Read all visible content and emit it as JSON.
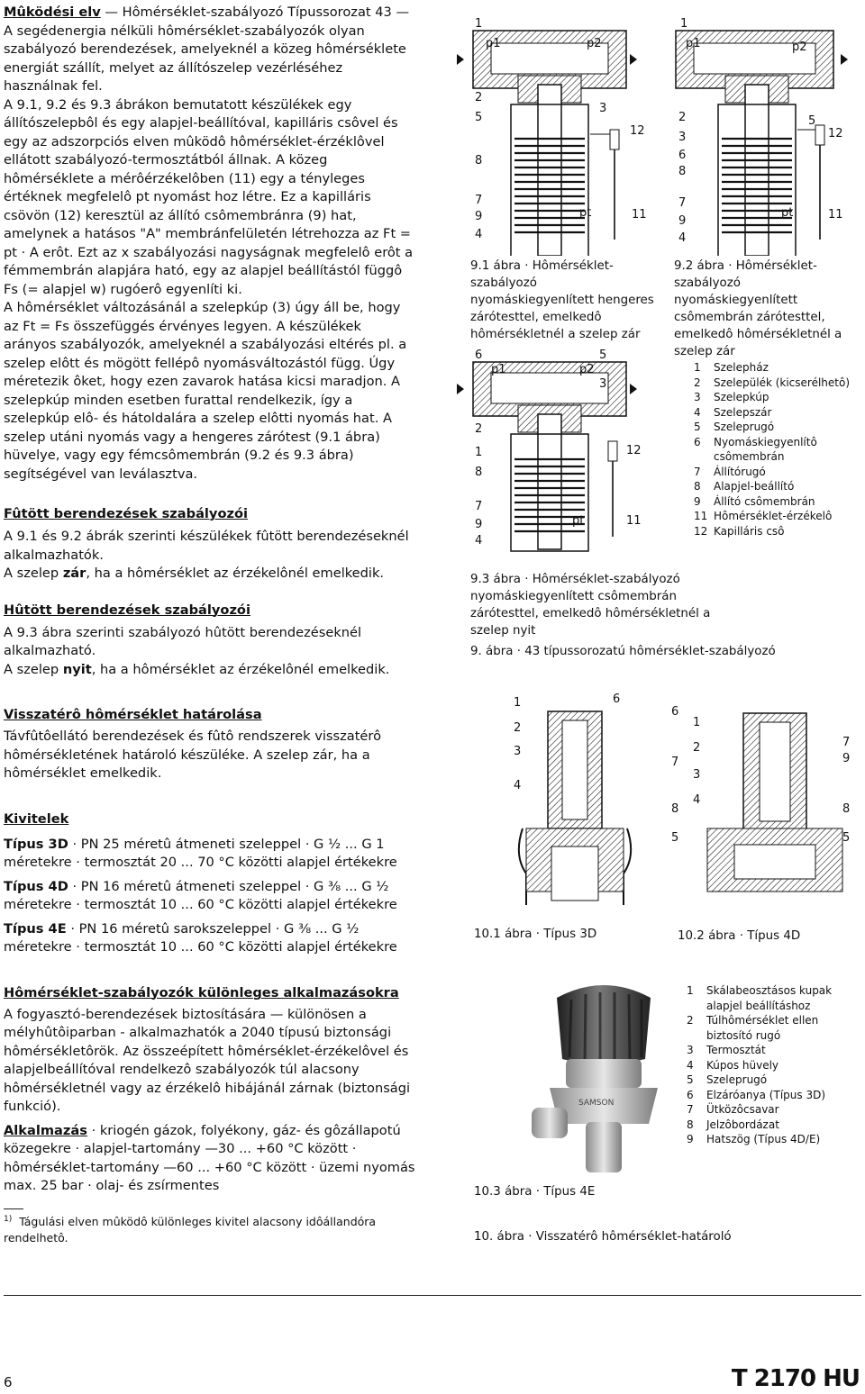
{
  "left": {
    "intro": {
      "title": "Mûködési elv",
      "title_rest": "— Hômérséklet-szabályozó Típussorozat 43 —",
      "p1": "A segédenergia nélküli hômérséklet-szabályozók olyan szabályozó berendezések, amelyeknél a közeg hômérséklete energiát szállít, melyet az állítószelep vezérléséhez használnak fel.",
      "p2": "A 9.1, 9.2 és 9.3 ábrákon bemutatott készülékek egy állítószelepbôl és egy alapjel-beállítóval, kapilláris csôvel és egy az adszorpciós elven mûködô hômérséklet-érzéklôvel ellátott szabályozó-termosztátból állnak. A közeg hômérséklete a mérôérzékelôben (11) egy a tényleges értéknek megfelelô pt nyomást hoz létre. Ez a kapilláris csövön (12) keresztül az állító csômembránra (9) hat, amelynek a hatásos \"A\" membránfelületén létrehozza az Ft = pt · A erôt. Ezt az x szabályozási nagyságnak megfelelô erôt a fémmembrán alapjára ható, egy az alapjel beállítástól függô Fs (= alapjel w) rugóerô egyenlíti ki.",
      "p3": "A hômérséklet változásánál a szelepkúp (3) úgy áll be, hogy az Ft = Fs összefüggés érvényes legyen. A készülékek arányos szabályozók, amelyeknél a szabályozási eltérés pl. a szelep elôtt és mögött fellépô nyomásváltozástól függ. Úgy méretezik ôket, hogy ezen zavarok hatása kicsi maradjon. A szelepkúp minden esetben furattal rendelkezik, így a szelepkúp elô- és hátoldalára a szelep elôtti nyomás hat. A szelep utáni nyomás vagy a hengeres zárótest (9.1 ábra) hüvelye, vagy egy fémcsômembrán (9.2 és 9.3 ábra) segítségével van leválasztva."
    },
    "heated": {
      "title": "Fûtött berendezések szabályozói",
      "p1": "A 9.1 és 9.2 ábrák szerinti készülékek fûtött berendezéseknél alkalmazhatók.",
      "p2a": "A szelep ",
      "p2b": "zár",
      "p2c": ", ha a hômérséklet az érzékelônél emelkedik."
    },
    "cooled": {
      "title": "Hûtött berendezések szabályozói",
      "p1": "A 9.3 ábra szerinti szabályozó hûtött berendezéseknél alkalmazható.",
      "p2a": "A szelep ",
      "p2b": "nyit",
      "p2c": ", ha a hômérséklet az érzékelônél emelkedik."
    },
    "return": {
      "title": "Visszatérô hômérséklet határolása",
      "p1": "Távfûtôellátó berendezések és fûtô rendszerek visszatérô hômérsékletének határoló készüléke. A szelep zár, ha a hômérséklet emelkedik."
    },
    "versions": {
      "title": "Kivitelek",
      "items": [
        {
          "type": "Típus 3D",
          "l1": "· PN 25 méretû átmeneti szeleppel · G ½ ... G 1",
          "l2": "méretekre · termosztát 20 ... 70 °C közötti alapjel értékekre"
        },
        {
          "type": "Típus 4D",
          "l1": "· PN 16 méretû átmeneti szeleppel · G ⅜ ... G ½",
          "l2": "méretekre · termosztát 10 ... 60 °C közötti alapjel értékekre"
        },
        {
          "type": "Típus 4E",
          "l1": "· PN 16 méretû sarokszeleppel · G ⅜ ... G ½",
          "l2": "méretekre · termosztát 10 ... 60 °C közötti alapjel értékekre"
        }
      ]
    },
    "special": {
      "title": "Hômérséklet-szabályozók különleges alkalmazásokra",
      "p1": "A fogyasztó-berendezések biztosítására — különösen a mélyhûtôiparban - alkalmazhatók a 2040 típusú biztonsági hômérsékletôrök. Az összeépített hômérséklet-érzékelôvel és alapjelbeállítóval rendelkezô szabályozók túl alacsony hômérsékletnél vagy az érzékelô hibájánál zárnak (biztonsági funkció).",
      "app_label": "Alkalmazás",
      "app_text": " · kriogén gázok, folyékony, gáz- és gôzállapotú közegekre · alapjel-tartomány —30 ... +60 °C között · hômérséklet-tartomány —60 ... +60 °C között · üzemi nyomás max. 25 bar · olaj- és zsírmentes"
    },
    "footnote": {
      "mark": "1)",
      "text": "Tágulási elven mûködô különleges kivitel alacsony idôállandóra rendelhetô."
    }
  },
  "figs": {
    "labels": {
      "p1": "p1",
      "p2": "p2",
      "pt": "pt"
    },
    "cap91": "9.1 ábra · Hômérséklet-szabályozó nyomáskiegyenlített hengeres zárótesttel, emelkedô hômérsékletnél a szelep zár",
    "cap92": "9.2 ábra · Hômérséklet-szabályozó nyomáskiegyenlített csômembrán zárótesttel, emelkedô hômérsékletnél a szelep zár",
    "cap93": "9.3 ábra · Hômérséklet-szabályozó nyomáskiegyenlített csômembrán zárótesttel, emelkedô hômérsékletnél a szelep nyit",
    "cap9": "9. ábra · 43 típussorozatú hômérséklet-szabályozó",
    "legend9": [
      {
        "n": "1",
        "t": "Szelepház"
      },
      {
        "n": "2",
        "t": "Szelepülék (kicserélhetô)"
      },
      {
        "n": "3",
        "t": "Szelepkúp"
      },
      {
        "n": "4",
        "t": "Szelepszár"
      },
      {
        "n": "5",
        "t": "Szeleprugó"
      },
      {
        "n": "6",
        "t": "Nyomáskiegyenlítô csômembrán"
      },
      {
        "n": "7",
        "t": "Állítórugó"
      },
      {
        "n": "8",
        "t": "Alapjel-beállító"
      },
      {
        "n": "9",
        "t": "Állító csômembrán"
      },
      {
        "n": "11",
        "t": "Hômérséklet-érzékelô"
      },
      {
        "n": "12",
        "t": "Kapilláris csô"
      }
    ],
    "cap101": "10.1 ábra · Típus 3D",
    "cap102": "10.2 ábra · Típus 4D",
    "cap103": "10.3 ábra · Típus 4E",
    "cap10": "10. ábra · Visszatérô hômérséklet-határoló",
    "legend10": [
      {
        "n": "1",
        "t": "Skálabeosztásos kupak alapjel beállításhoz"
      },
      {
        "n": "2",
        "t": "Túlhômérséklet ellen biztosító rugó"
      },
      {
        "n": "3",
        "t": "Termosztát"
      },
      {
        "n": "4",
        "t": "Kúpos hüvely"
      },
      {
        "n": "5",
        "t": "Szeleprugó"
      },
      {
        "n": "6",
        "t": "Elzáróanya (Típus 3D)"
      },
      {
        "n": "7",
        "t": "Ütközôcsavar"
      },
      {
        "n": "8",
        "t": "Jelzôbordázat"
      },
      {
        "n": "9",
        "t": "Hatszög (Típus 4D/E)"
      }
    ]
  },
  "footer": {
    "page": "6",
    "doc": "T 2170 HU"
  },
  "colors": {
    "ink": "#111111",
    "photo_dark": "#3a3a3a",
    "photo_metal": "#b8b8b8"
  }
}
